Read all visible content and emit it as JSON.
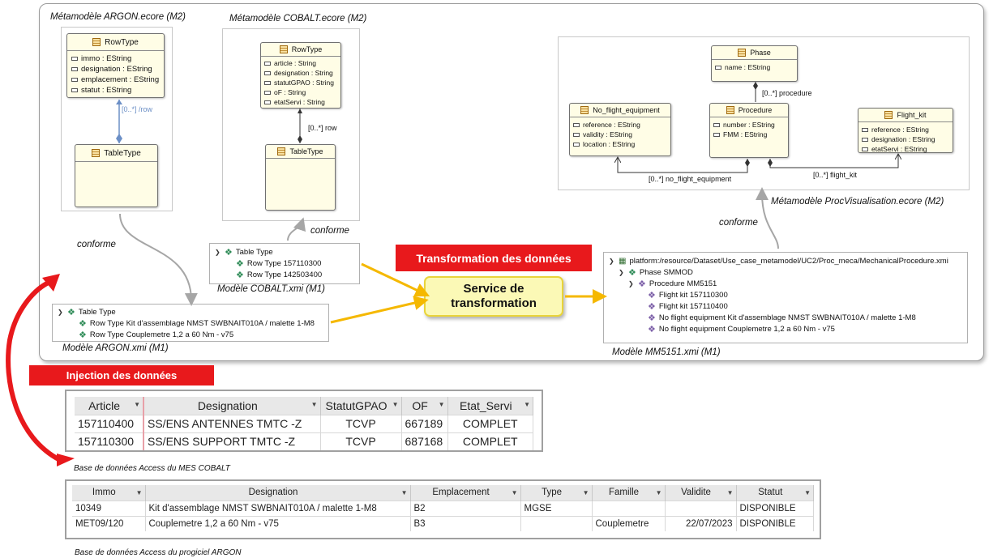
{
  "captions": {
    "argon_ecore": "Métamodèle ARGON.ecore (M2)",
    "cobalt_ecore": "Métamodèle COBALT.ecore (M2)",
    "proc_ecore": "Métamodèle ProcVisualisation.ecore (M2)",
    "conforme": "conforme",
    "cobalt_xmi": "Modèle COBALT.xmi (M1)",
    "argon_xmi": "Modèle ARGON.xmi (M1)",
    "mm5151_xmi": "Modèle MM5151.xmi (M1)",
    "cobalt_db": "Base de données Access du MES COBALT",
    "argon_db": "Base de données Access du progiciel ARGON"
  },
  "banners": {
    "transformation": "Transformation des données",
    "injection": "Injection des données"
  },
  "service": {
    "line1": "Service de",
    "line2": "transformation"
  },
  "argon_mm": {
    "row_type": {
      "name": "RowType",
      "attrs": [
        "immo : EString",
        "designation : EString",
        "emplacement : EString",
        "statut : EString"
      ]
    },
    "table_type": {
      "name": "TableType"
    },
    "ref": "[0..*] /row"
  },
  "cobalt_mm": {
    "row_type": {
      "name": "RowType",
      "attrs": [
        "article : String",
        "designation : String",
        "statutGPAO : String",
        "oF : String",
        "etatServi : String"
      ]
    },
    "table_type": {
      "name": "TableType"
    },
    "ref": "[0..*] row"
  },
  "proc_mm": {
    "phase": {
      "name": "Phase",
      "attrs": [
        "name : EString"
      ]
    },
    "procedure": {
      "name": "Procedure",
      "attrs": [
        "number : EString",
        "FMM : EString"
      ]
    },
    "no_flight": {
      "name": "No_flight_equipment",
      "attrs": [
        "reference : EString",
        "validity : EString",
        "location : EString"
      ]
    },
    "flight_kit": {
      "name": "Flight_kit",
      "attrs": [
        "reference : EString",
        "designation : EString",
        "etatServi : EString"
      ]
    },
    "ref_procedure": "[0..*] procedure",
    "ref_no_flight": "[0..*] no_flight_equipment",
    "ref_flight_kit": "[0..*] flight_kit"
  },
  "cobalt_tree": [
    "Table Type",
    "Row Type 157110300",
    "Row Type 142503400"
  ],
  "argon_tree": [
    "Table Type",
    "Row Type Kit d'assemblage NMST SWBNAIT010A / malette 1-M8",
    "Row Type Couplemetre 1,2 a 60 Nm - v75"
  ],
  "mm5151_tree": [
    "platform:/resource/Dataset/Use_case_metamodel/UC2/Proc_meca/MechanicalProcedure.xmi",
    "Phase SMMOD",
    "Procedure MM5151",
    "Flight kit 157110300",
    "Flight kit 157110400",
    "No flight equipment Kit d'assemblage NMST SWBNAIT010A / malette 1-M8",
    "No flight equipment Couplemetre 1,2 a 60 Nm - v75"
  ],
  "cobalt_table": {
    "headers": [
      "Article",
      "Designation",
      "StatutGPAO",
      "OF",
      "Etat_Servi"
    ],
    "rows": [
      [
        "157110400",
        "SS/ENS ANTENNES TMTC -Z",
        "TCVP",
        "667189",
        "COMPLET"
      ],
      [
        "157110300",
        "SS/ENS SUPPORT TMTC -Z",
        "TCVP",
        "687168",
        "COMPLET"
      ]
    ]
  },
  "argon_table": {
    "headers": [
      "Immo",
      "Designation",
      "Emplacement",
      "Type",
      "Famille",
      "Validite",
      "Statut"
    ],
    "rows": [
      [
        "10349",
        "Kit d'assemblage NMST SWBNAIT010A / malette 1-M8",
        "B2",
        "MGSE",
        "",
        "",
        "DISPONIBLE"
      ],
      [
        "MET09/120",
        "Couplemetre 1,2 a 60 Nm - v75",
        "B3",
        "",
        "Couplemetre",
        "22/07/2023",
        "DISPONIBLE"
      ]
    ]
  },
  "colors": {
    "red": "#e8191c",
    "arrow_yellow": "#f5b800",
    "connector_gray": "#a6a6a6",
    "ref_blue": "#6b8fc6"
  }
}
